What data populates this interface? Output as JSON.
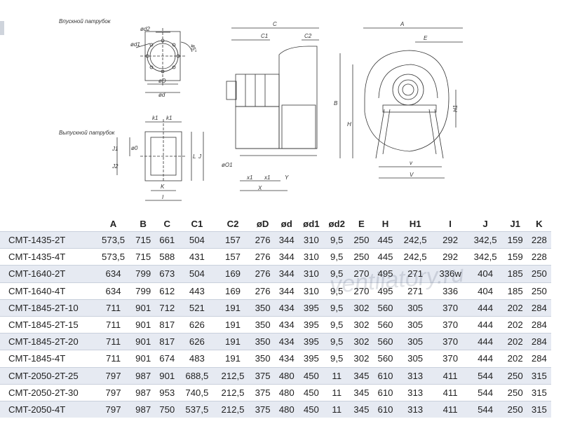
{
  "captions": {
    "inlet": "Впускной патрубок",
    "outlet": "Выпускной патрубок"
  },
  "dim_labels": {
    "od2": "ød2",
    "od1": "ød1",
    "angle": "45°",
    "oD": "øD",
    "od": "ød",
    "k1a": "k1",
    "k1b": "k1",
    "o0": "ø0",
    "J1": "J1",
    "J2": "J2",
    "L": "L",
    "J": "J",
    "K": "K",
    "I": "I",
    "C": "C",
    "C1": "C1",
    "C2": "C2",
    "oO1": "øO1",
    "x1a": "x1",
    "x1b": "x1",
    "Y": "Y",
    "X": "X",
    "A": "A",
    "E": "E",
    "B": "B",
    "H": "H",
    "H1": "H1",
    "v": "v",
    "V": "V"
  },
  "watermark": "ventilatory.ru",
  "table": {
    "headers": [
      "",
      "A",
      "B",
      "C",
      "C1",
      "C2",
      "øD",
      "ød",
      "ød1",
      "ød2",
      "E",
      "H",
      "H1",
      "I",
      "J",
      "J1",
      "K"
    ],
    "rows": [
      [
        "CMT-1435-2T",
        "573,5",
        "715",
        "661",
        "504",
        "157",
        "276",
        "344",
        "310",
        "9,5",
        "250",
        "445",
        "242,5",
        "292",
        "342,5",
        "159",
        "228"
      ],
      [
        "CMT-1435-4T",
        "573,5",
        "715",
        "588",
        "431",
        "157",
        "276",
        "344",
        "310",
        "9,5",
        "250",
        "445",
        "242,5",
        "292",
        "342,5",
        "159",
        "228"
      ],
      [
        "CMT-1640-2T",
        "634",
        "799",
        "673",
        "504",
        "169",
        "276",
        "344",
        "310",
        "9,5",
        "270",
        "495",
        "271",
        "336w",
        "404",
        "185",
        "250"
      ],
      [
        "CMT-1640-4T",
        "634",
        "799",
        "612",
        "443",
        "169",
        "276",
        "344",
        "310",
        "9,5",
        "270",
        "495",
        "271",
        "336",
        "404",
        "185",
        "250"
      ],
      [
        "CMT-1845-2T-10",
        "711",
        "901",
        "712",
        "521",
        "191",
        "350",
        "434",
        "395",
        "9,5",
        "302",
        "560",
        "305",
        "370",
        "444",
        "202",
        "284"
      ],
      [
        "CMT-1845-2T-15",
        "711",
        "901",
        "817",
        "626",
        "191",
        "350",
        "434",
        "395",
        "9,5",
        "302",
        "560",
        "305",
        "370",
        "444",
        "202",
        "284"
      ],
      [
        "CMT-1845-2T-20",
        "711",
        "901",
        "817",
        "626",
        "191",
        "350",
        "434",
        "395",
        "9,5",
        "302",
        "560",
        "305",
        "370",
        "444",
        "202",
        "284"
      ],
      [
        "CMT-1845-4T",
        "711",
        "901",
        "674",
        "483",
        "191",
        "350",
        "434",
        "395",
        "9,5",
        "302",
        "560",
        "305",
        "370",
        "444",
        "202",
        "284"
      ],
      [
        "CMT-2050-2T-25",
        "797",
        "987",
        "901",
        "688,5",
        "212,5",
        "375",
        "480",
        "450",
        "11",
        "345",
        "610",
        "313",
        "411",
        "544",
        "250",
        "315"
      ],
      [
        "CMT-2050-2T-30",
        "797",
        "987",
        "953",
        "740,5",
        "212,5",
        "375",
        "480",
        "450",
        "11",
        "345",
        "610",
        "313",
        "411",
        "544",
        "250",
        "315"
      ],
      [
        "CMT-2050-4T",
        "797",
        "987",
        "750",
        "537,5",
        "212,5",
        "375",
        "480",
        "450",
        "11",
        "345",
        "610",
        "313",
        "411",
        "544",
        "250",
        "315"
      ]
    ]
  }
}
